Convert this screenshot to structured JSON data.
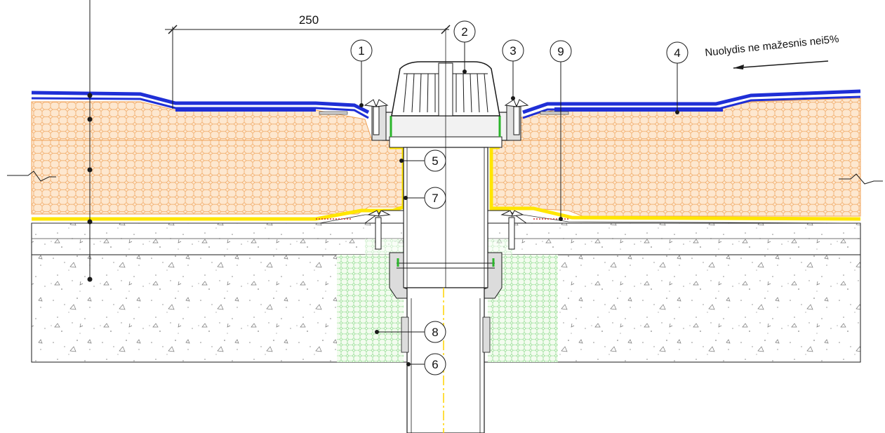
{
  "dimension": {
    "value": "250"
  },
  "slope_note": {
    "text": "Nuolydis ne mažesnis nei5%"
  },
  "callouts": [
    {
      "num": "1"
    },
    {
      "num": "2"
    },
    {
      "num": "3"
    },
    {
      "num": "4"
    },
    {
      "num": "5"
    },
    {
      "num": "6"
    },
    {
      "num": "7"
    },
    {
      "num": "8"
    },
    {
      "num": "9"
    }
  ],
  "colors": {
    "membrane": "#1f2fd6",
    "insulation_fill": "#fde7cf",
    "insulation_hatch": "#f0a35a",
    "vapour_barrier": "#ffe600",
    "green_insulation": "#6fd16f",
    "concrete_dots": "#8a8a8a",
    "outline": "#1a1a1a"
  }
}
